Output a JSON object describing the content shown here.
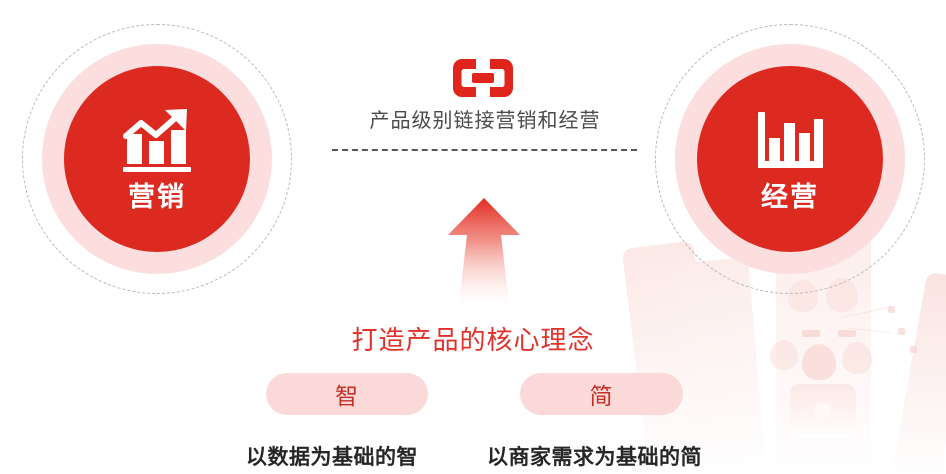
{
  "diagram": {
    "nodes": [
      {
        "id": "marketing",
        "label": "营销",
        "icon": "growth-bar-chart-icon"
      },
      {
        "id": "operations",
        "label": "经营",
        "icon": "bar-chart-icon"
      }
    ],
    "connector": {
      "icon": "chain-link-icon",
      "caption": "产品级别链接营销和经营"
    },
    "arrow": {
      "icon": "arrow-up-icon"
    },
    "core": {
      "title": "打造产品的核心理念",
      "items": [
        {
          "pill": "智",
          "caption": "以数据为基础的智"
        },
        {
          "pill": "简",
          "caption": "以商家需求为基础的简"
        }
      ]
    }
  },
  "colors": {
    "brand_red": "#dd2a21",
    "soft_pink": "#fbdedd",
    "pill_pink": "#fbd9d8",
    "pill_text": "#c42e26",
    "title_red": "#e0322a",
    "caption_gray": "#4b4b4b",
    "caption_dark": "#262626",
    "dashed_gray": "#b9b9b9"
  }
}
